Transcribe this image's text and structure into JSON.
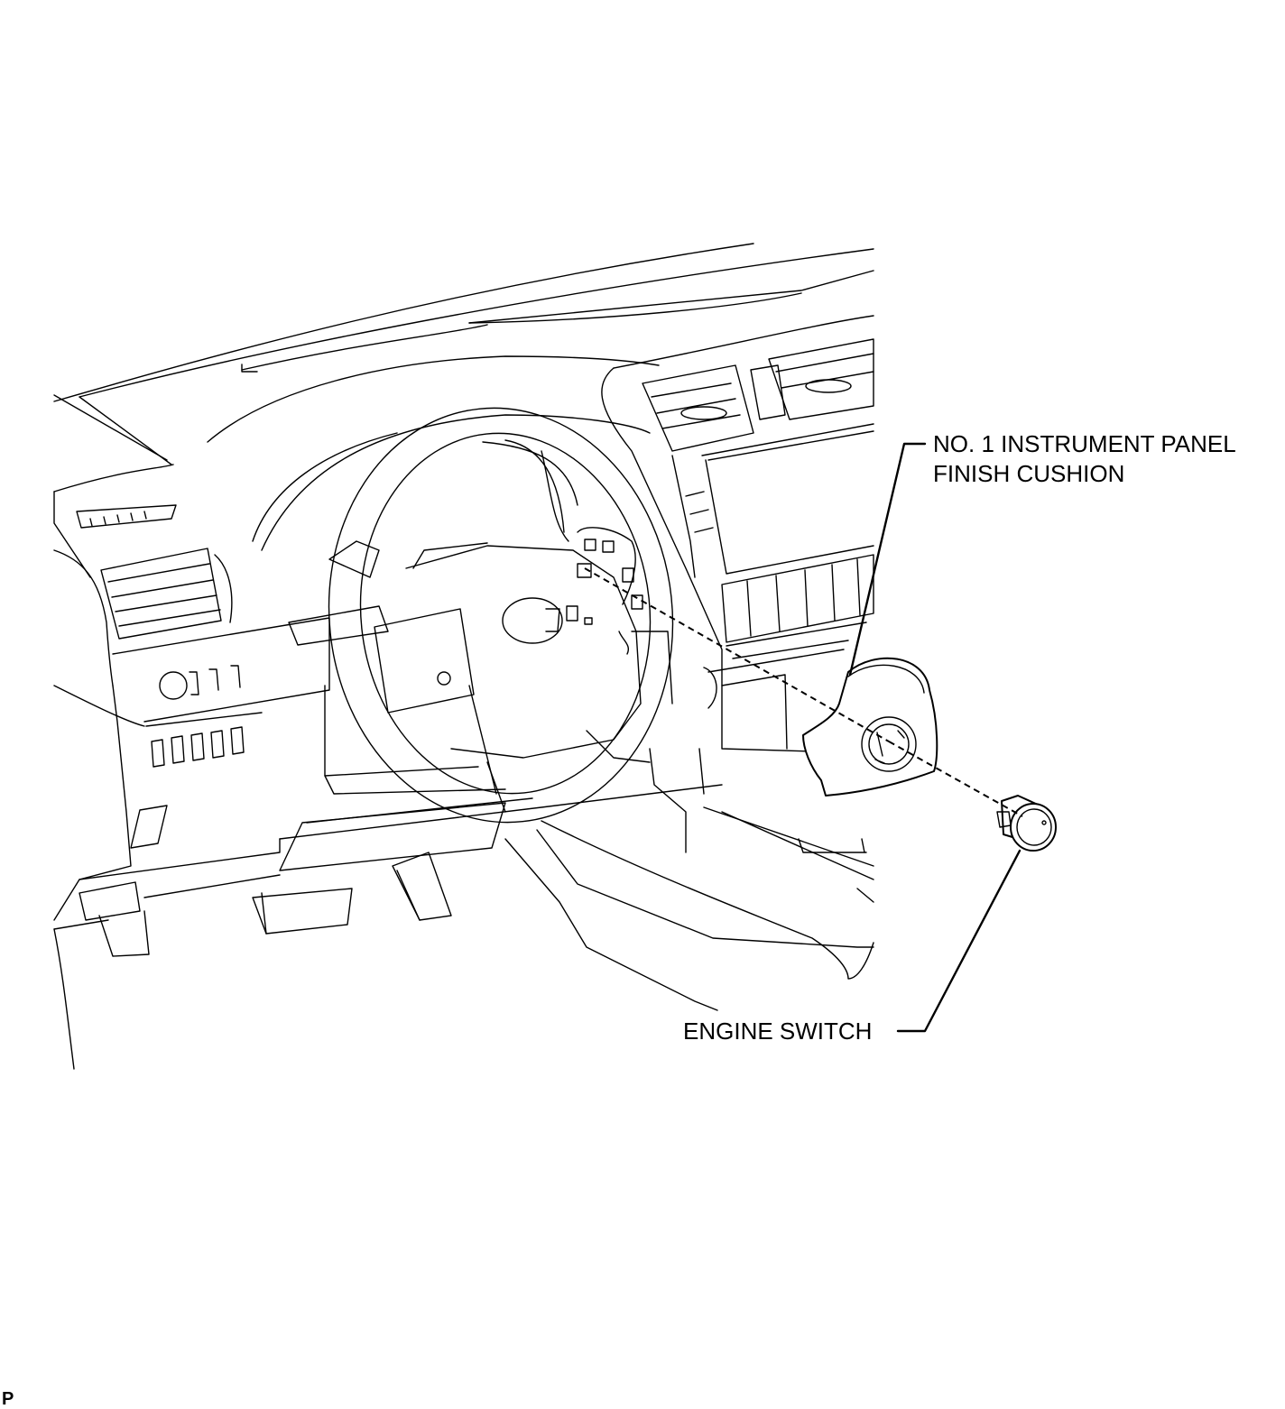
{
  "callouts": {
    "cushion": {
      "line1": "NO. 1 INSTRUMENT PANEL",
      "line2": "FINISH CUSHION"
    },
    "engine_switch": "ENGINE SWITCH"
  },
  "page_code": "P"
}
